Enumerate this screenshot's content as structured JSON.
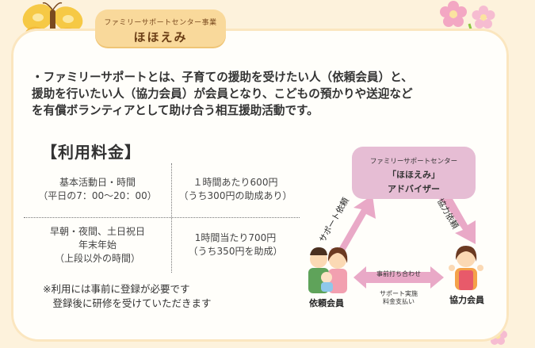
{
  "header": {
    "subtitle": "ファミリーサポートセンター事業",
    "title": "ほほえみ"
  },
  "intro": {
    "lines": [
      "・ファミリーサポートとは、子育ての援助を受けたい人（依頼会員）と、",
      "援助を行いたい人（協力会員）が会員となり、こどもの預かりや送迎など",
      "を有償ボランティアとして助け合う相互援助活動です。"
    ]
  },
  "fees": {
    "heading": "【利用料金】",
    "rows": [
      {
        "time_lines": [
          "基本活動日・時間",
          "（平日の7：00〜20：00）"
        ],
        "price_lines": [
          "１時間あたり600円",
          "（うち300円の助成あり）"
        ]
      },
      {
        "time_lines": [
          "早朝・夜間、土日祝日",
          "年末年始",
          "（上段以外の時間）"
        ],
        "price_lines": [
          "1時間当たり700円",
          "（うち350円を助成）"
        ]
      }
    ],
    "note_lines": [
      "※利用には事前に登録が必要です",
      "　登録後に研修を受けていただきます"
    ]
  },
  "diagram": {
    "advisor": {
      "line1": "ファミリーサポートセンター",
      "line2": "「ほほえみ」",
      "line3": "アドバイザー"
    },
    "left_arrow_label": "サポート依頼",
    "right_arrow_label": "協力依頼",
    "middle_arrow_top": "事前打ち合わせ",
    "middle_arrow_bottom_lines": [
      "サポート実施",
      "料金支払い"
    ],
    "requester_label": "依頼会員",
    "helper_label": "協力会員"
  },
  "colors": {
    "background": "#fdf2dc",
    "card": "#fffefa",
    "badge": "#f9d99b",
    "advisor_box": "#e6bdd4",
    "arrow": "#e9a9c7",
    "butterfly": "#f6c945",
    "flower": "#f3a7c3"
  },
  "icons": [
    "butterfly-icon",
    "flower-icon",
    "family-illustration",
    "helper-illustration"
  ]
}
